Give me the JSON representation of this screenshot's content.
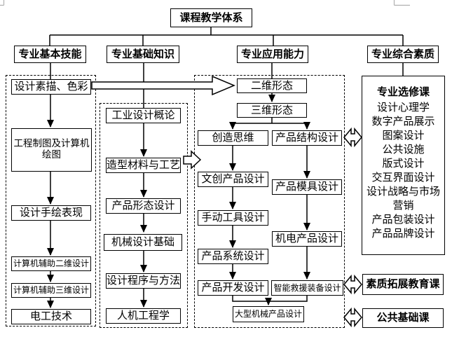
{
  "title": "课程教学体系",
  "columns": [
    {
      "header": "专业基本技能",
      "courses": [
        "设计素描、色彩",
        "工程制图及计算机绘图",
        "设计手绘表现",
        "计算机辅助二维设计",
        "计算机辅助三维设计",
        "电工技术"
      ]
    },
    {
      "header": "专业基础知识",
      "courses": [
        "工业设计概论",
        "造型材料与工艺",
        "产品形态设计",
        "机械设计基础",
        "设计程序与方法",
        "人机工程学"
      ]
    },
    {
      "header": "专业应用能力",
      "top": [
        "二维形态",
        "三维形态"
      ],
      "left": [
        "创造思维",
        "文创产品设计",
        "手动工具设计",
        "产品系统设计",
        "产品开发设计"
      ],
      "right": [
        "产品结构设计",
        "产品模具设计",
        "机电产品设计",
        "智能救援装备设计"
      ],
      "bottom": "大型机械产品设计"
    },
    {
      "header": "专业综合素质",
      "electives": {
        "title": "专业选修课",
        "items": [
          "设计心理学",
          "数字产品展示",
          "图案设计",
          "公共设施",
          "版式设计",
          "交互界面设计",
          "设计战略与市场营销",
          "产品包装设计",
          "产品品牌设计"
        ]
      },
      "extra": [
        "素质拓展教育课",
        "公共基础课"
      ]
    }
  ],
  "colors": {
    "line": "#000000",
    "box_background": "#ffffff",
    "corner_mark": "#b0b0b0"
  }
}
